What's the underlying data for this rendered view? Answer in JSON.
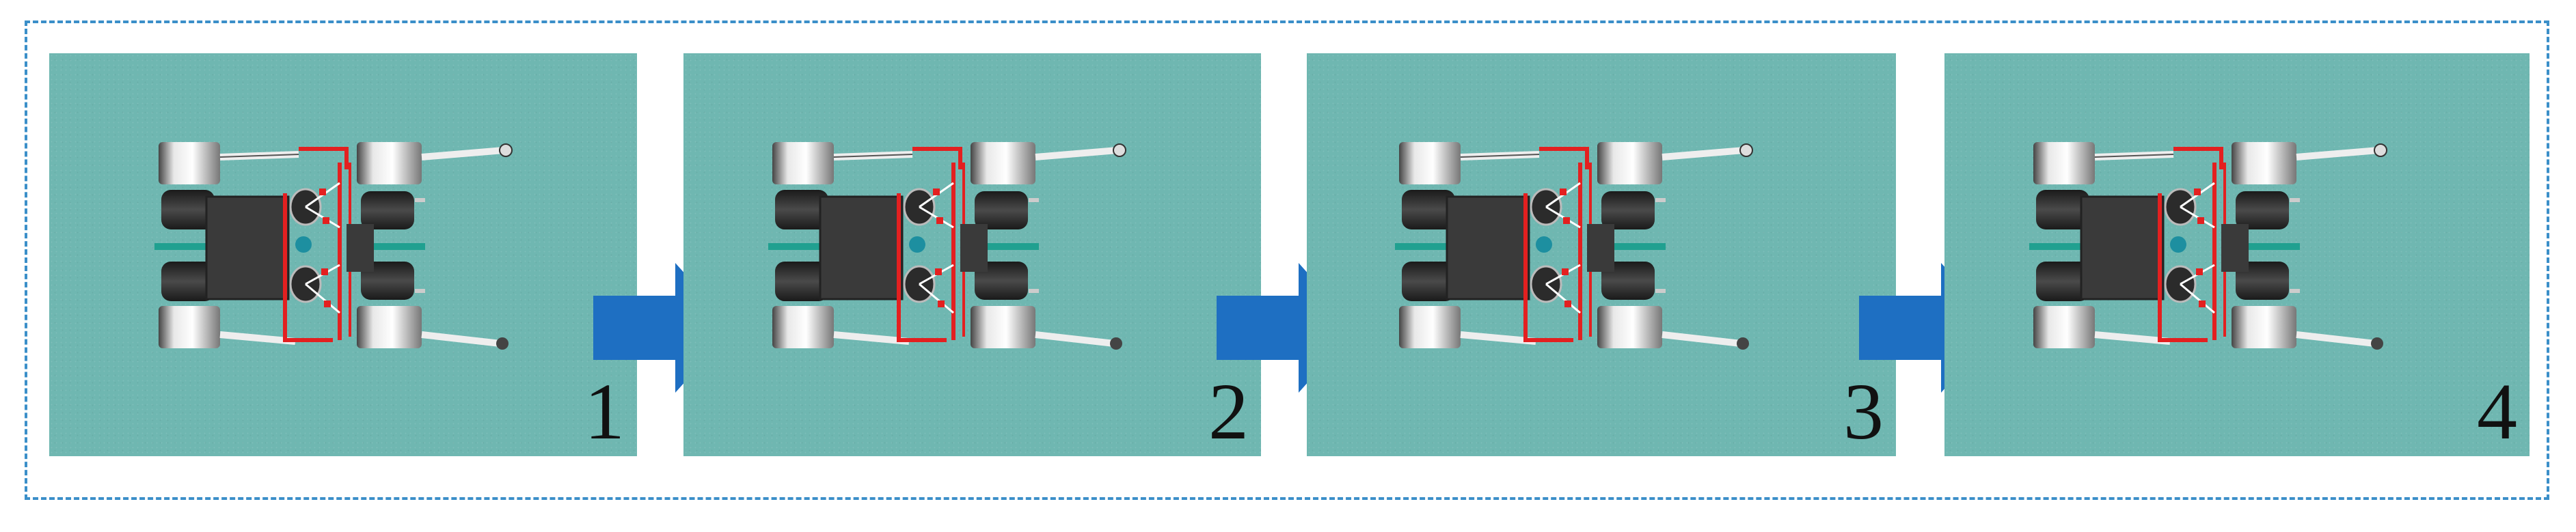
{
  "figure": {
    "panels": [
      {
        "step": "1"
      },
      {
        "step": "2"
      },
      {
        "step": "3"
      },
      {
        "step": "4"
      }
    ],
    "arrow_count": 3,
    "colors": {
      "background": "#6fb7b1",
      "arrow": "#1e6fc2",
      "frame_border": "#3b8fc9",
      "bracket_red": "#e32020",
      "body_dark": "#3a3a3a"
    },
    "icons": [
      "robot-topview-icon",
      "arrow-right-icon"
    ]
  }
}
